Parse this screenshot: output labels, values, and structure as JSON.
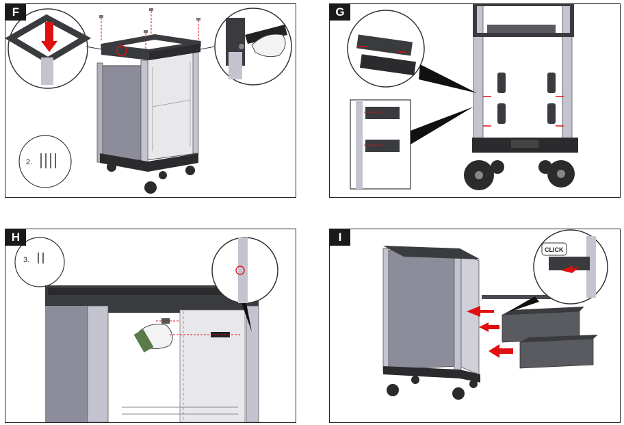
{
  "panels": [
    {
      "id": "F",
      "label": "F",
      "step_label": "2."
    },
    {
      "id": "G",
      "label": "G"
    },
    {
      "id": "H",
      "label": "H",
      "step_label": "3."
    },
    {
      "id": "I",
      "label": "I",
      "callout": "CLICK"
    }
  ],
  "colors": {
    "frame": "#3a3b3f",
    "panel_metal": "#8c8c9a",
    "leg_silver": "#c4c4d0",
    "arrow_red": "#e01010",
    "dark": "#2b2b2e"
  }
}
